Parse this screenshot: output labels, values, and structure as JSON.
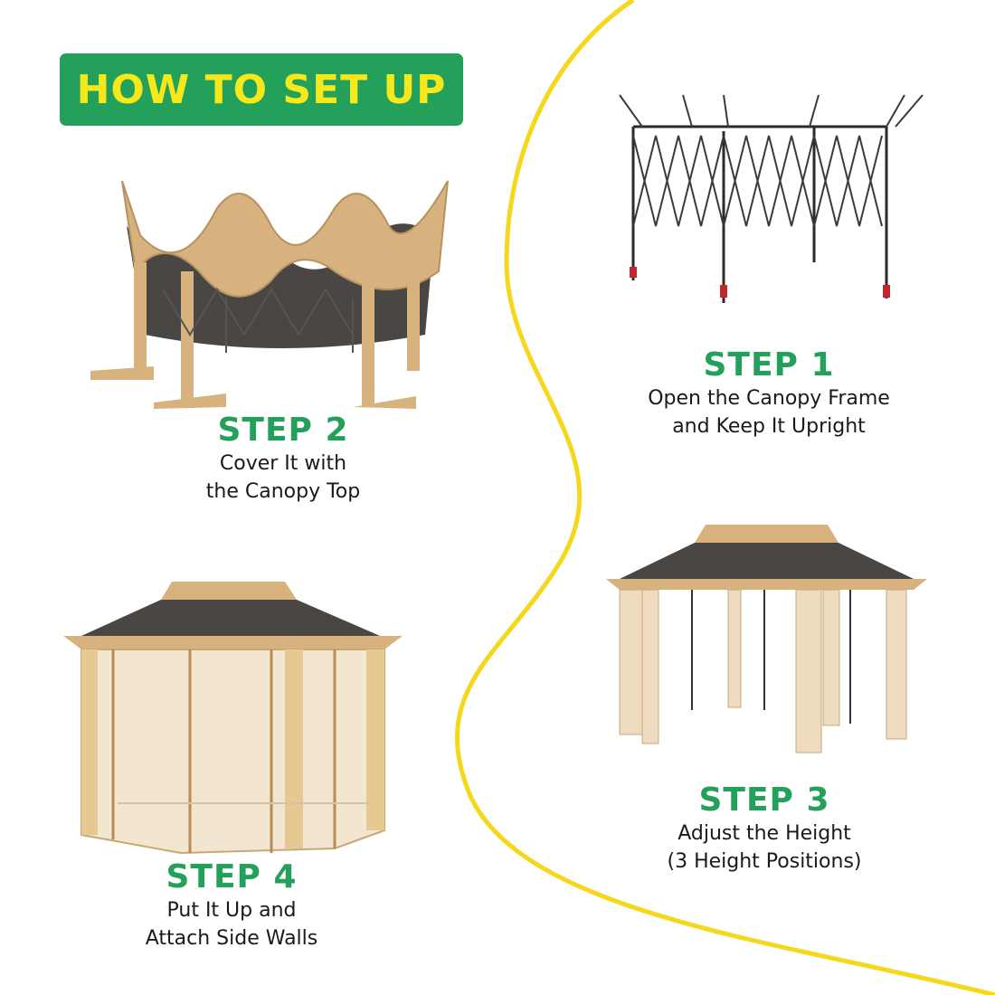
{
  "header": {
    "title": "HOW TO SET UP"
  },
  "colors": {
    "accent_green": "#23a15b",
    "title_yellow": "#f7e81c",
    "divider_yellow": "#f5d81c",
    "canopy_dark": "#4a4644",
    "canopy_tan": "#d8b27e"
  },
  "steps": [
    {
      "title": "STEP 1",
      "lines": [
        "Open the Canopy Frame",
        "and Keep It Upright"
      ]
    },
    {
      "title": "STEP 2",
      "lines": [
        "Cover It with",
        "the Canopy Top"
      ]
    },
    {
      "title": "STEP 3",
      "lines": [
        "Adjust the Height",
        "(3 Height Positions)"
      ]
    },
    {
      "title": "STEP 4",
      "lines": [
        "Put It Up and",
        "Attach Side Walls"
      ]
    }
  ]
}
